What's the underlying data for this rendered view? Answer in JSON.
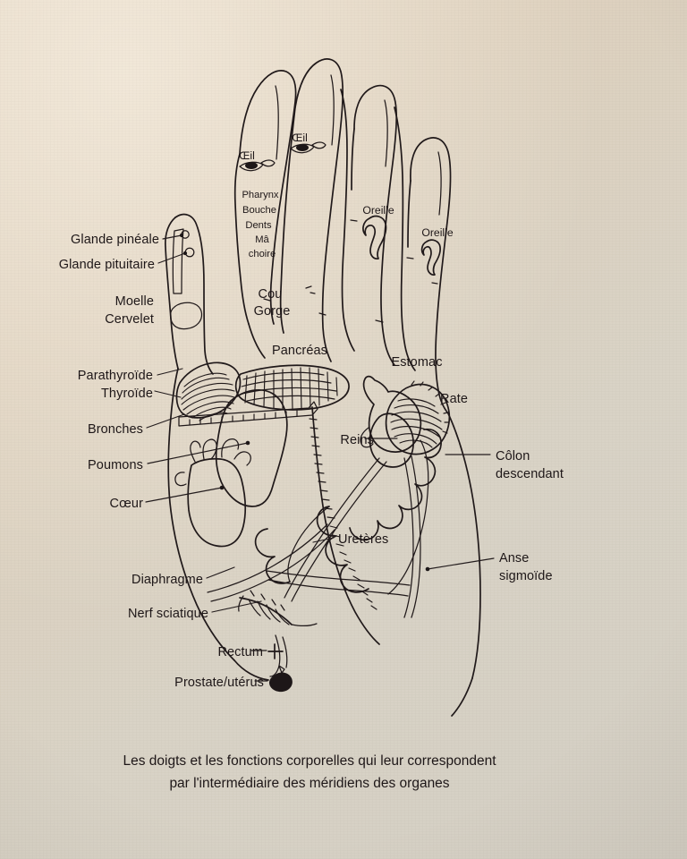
{
  "document": {
    "type": "reflexology-hand-chart",
    "language": "fr",
    "caption_line1": "Les doigts et les fonctions corporelles qui leur correspondent",
    "caption_line2": "par l'intermédiaire des méridiens des organes"
  },
  "colors": {
    "paper": "#ded0bd",
    "paper_cool": "#d4cfc4",
    "ink": "#1e1718"
  },
  "labels_left": [
    {
      "id": "glande-pineale",
      "text": "Glande pinéale"
    },
    {
      "id": "glande-pituitaire",
      "text": "Glande pituitaire"
    },
    {
      "id": "moelle",
      "text": "Moelle"
    },
    {
      "id": "cervelet",
      "text": "Cervelet"
    },
    {
      "id": "parathyroide",
      "text": "Parathyroïde"
    },
    {
      "id": "thyroide",
      "text": "Thyroïde"
    },
    {
      "id": "bronches",
      "text": "Bronches"
    },
    {
      "id": "poumons",
      "text": "Poumons"
    },
    {
      "id": "coeur",
      "text": "Cœur"
    },
    {
      "id": "diaphragme",
      "text": "Diaphragme"
    },
    {
      "id": "nerf-sciatique",
      "text": "Nerf sciatique"
    },
    {
      "id": "rectum",
      "text": "Rectum"
    },
    {
      "id": "prostate-uterus",
      "text": "Prostate/utérus"
    }
  ],
  "labels_right": [
    {
      "id": "colon-descendant-1",
      "text": "Côlon"
    },
    {
      "id": "colon-descendant-2",
      "text": "descendant"
    },
    {
      "id": "anse-sigmoide-1",
      "text": "Anse"
    },
    {
      "id": "anse-sigmoide-2",
      "text": "sigmoïde"
    }
  ],
  "labels_fingers": [
    {
      "id": "oeil-index",
      "text": "Œil"
    },
    {
      "id": "oeil-majeur",
      "text": "Œil"
    },
    {
      "id": "pharynx",
      "text": "Pharynx"
    },
    {
      "id": "bouche",
      "text": "Bouche"
    },
    {
      "id": "dents",
      "text": "Dents"
    },
    {
      "id": "machoire-1",
      "text": "Mâ"
    },
    {
      "id": "machoire-2",
      "text": "choire"
    },
    {
      "id": "oreille-annulaire",
      "text": "Oreille"
    },
    {
      "id": "oreille-auriculaire",
      "text": "Oreille"
    }
  ],
  "labels_center": [
    {
      "id": "cou",
      "text": "Cou"
    },
    {
      "id": "gorge",
      "text": "Gorge"
    },
    {
      "id": "pancreas",
      "text": "Pancréas"
    },
    {
      "id": "estomac",
      "text": "Estomac"
    },
    {
      "id": "rate",
      "text": "Rate"
    },
    {
      "id": "reins",
      "text": "Reins"
    },
    {
      "id": "ureteres",
      "text": "Uretères"
    }
  ]
}
